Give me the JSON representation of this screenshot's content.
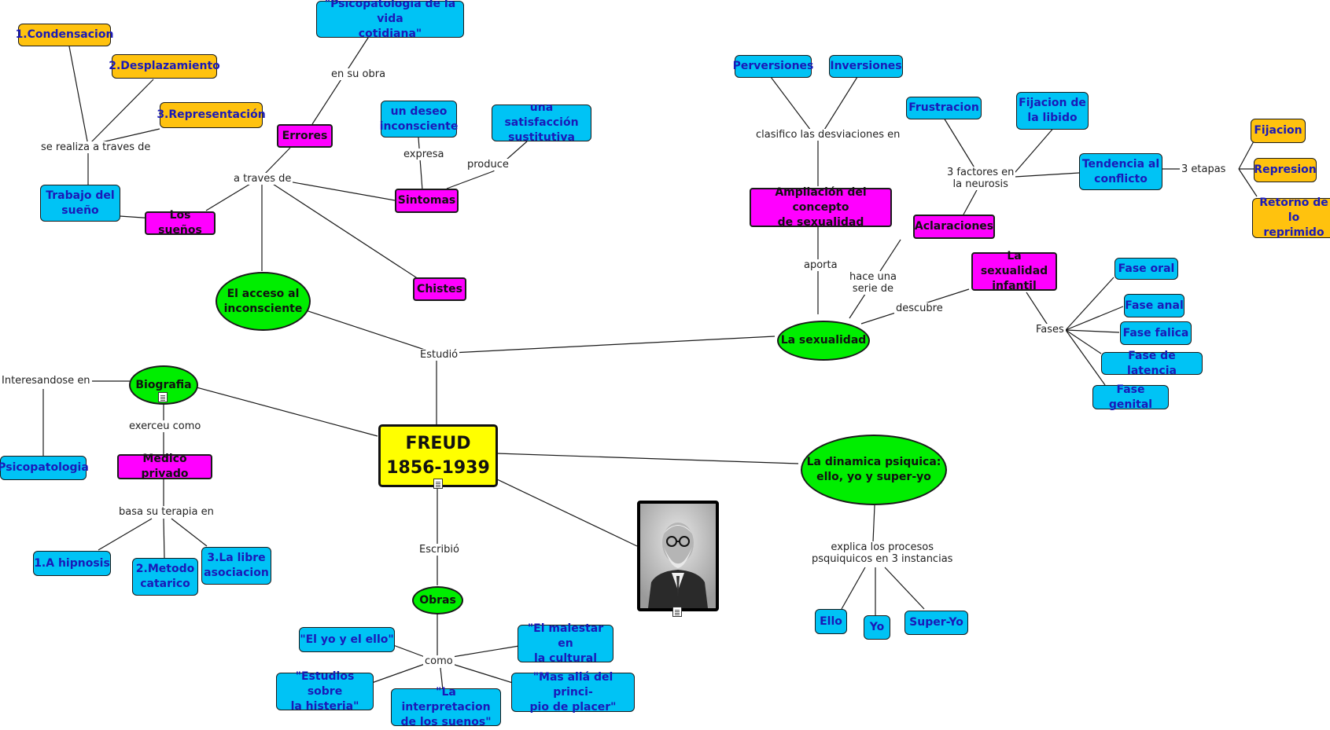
{
  "root": {
    "line1": "FREUD",
    "line2": "1856-1939"
  },
  "nodes": {
    "condensacion": "1.Condensacion",
    "desplazamiento": "2.Desplazamiento",
    "representacion": "3.Representación",
    "psicopatologia_vida_l1": "\"Psicopatología de la vida",
    "psicopatologia_vida_l2": "cotidiana\"",
    "errores": "Errores",
    "deseo_l1": "un deseo",
    "deseo_l2": "inconsciente",
    "satisfaccion_l1": "una satisfacción",
    "satisfaccion_l2": "sustitutiva",
    "trabajo_sueno_l1": "Trabajo del",
    "trabajo_sueno_l2": "sueño",
    "los_suenos": "Los sueños",
    "sintomas": "Sintomas",
    "acceso_l1": "El acceso al",
    "acceso_l2": "inconsciente",
    "chistes": "Chistes",
    "perversiones": "Perversiones",
    "inversiones": "Inversiones",
    "frustracion": "Frustracion",
    "fijacion_libido_l1": "Fijacion de",
    "fijacion_libido_l2": "la libido",
    "fijacion": "Fijacion",
    "represion": "Represion",
    "retorno_l1": "Retorno de lo",
    "retorno_l2": "reprimido",
    "tendencia_l1": "Tendencia al",
    "tendencia_l2": "conflicto",
    "ampliacion_l1": "Ampliación del concepto",
    "ampliacion_l2": "de sexualidad",
    "aclaraciones": "Aclaraciones",
    "sexualidad_infantil_l1": "La sexualidad",
    "sexualidad_infantil_l2": "infantil",
    "fase_oral": "Fase oral",
    "fase_anal": "Fase anal",
    "fase_falica": "Fase falica",
    "fase_latencia": "Fase de latencia",
    "fase_genital": "Fase genital",
    "la_sexualidad": "La sexualidad",
    "biografia": "Biografia",
    "psicopatologia": "Psicopatologia",
    "medico_privado": "Medico privado",
    "hipnosis": "1.A hipnosis",
    "metodo_l1": "2.Metodo",
    "metodo_l2": "catarico",
    "libre_l1": "3.La libre",
    "libre_l2": "asociacion",
    "dinamica_l1": "La dinamica psiquica:",
    "dinamica_l2": "ello, yo y super-yo",
    "ello": "Ello",
    "yo": "Yo",
    "super_yo": "Super-Yo",
    "obras": "Obras",
    "el_yo_ello": "\"El yo y el ello\"",
    "malestar_l1": "\"El malestar en",
    "malestar_l2": "la cultural",
    "estudios_l1": "\"Estudios sobre",
    "estudios_l2": "la histeria\"",
    "interpretacion_l1": "\"La interpretacion",
    "interpretacion_l2": "de los suenos\"",
    "mas_alla_l1": "\"Mas allá del princi-",
    "mas_alla_l2": "pio de placer\""
  },
  "labels": {
    "se_realiza": "se realiza a traves de",
    "en_su_obra": "en su obra",
    "a_traves_de": "a traves de",
    "expresa": "expresa",
    "produce": "produce",
    "clasifico": "clasifico las desviaciones en",
    "tres_factores_l1": "3 factores en",
    "tres_factores_l2": "la neurosis",
    "tres_etapas": "3 etapas",
    "aporta": "aporta",
    "hace_una_l1": "hace una",
    "hace_una_l2": "serie de",
    "descubre": "descubre",
    "fases": "Fases",
    "estudio": "Estudió",
    "interesandose": "Interesandose en",
    "exerceu": "exerceu como",
    "basa": "basa su terapia en",
    "explica_l1": "explica los procesos",
    "explica_l2": "psquiquicos en 3 instancias",
    "escribio": "Escribió",
    "como": "como"
  },
  "colors": {
    "blue_node": "#00c3f5",
    "orange_node": "#ffc20e",
    "magenta_node": "#ff00ff",
    "green_node": "#00ee00",
    "root_node": "#ffff00",
    "node_text": "#1a1ab8"
  },
  "icons": {
    "resource": "document-icon",
    "portrait": "photo-portrait"
  }
}
